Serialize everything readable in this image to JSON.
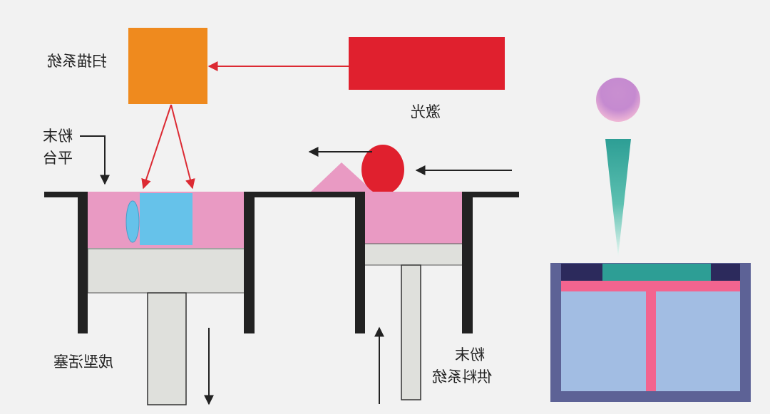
{
  "labels": {
    "scan_system": "扫描系统",
    "laser": "激光",
    "powder_platform_line1": "粉末",
    "powder_platform_line2": "平台",
    "forming_piston": "成型活塞",
    "powder_supply_line1": "粉末",
    "powder_supply_line2": "供料系统"
  },
  "colors": {
    "background": "#f2f2f2",
    "scanner": "#ef8a1e",
    "laser": "#e0202e",
    "powder": "#e99ac3",
    "part": "#66c2ea",
    "piston": "#dfe0dc",
    "wall": "#222222",
    "arrow_red": "#dc2a33",
    "arrow_black": "#222222",
    "teal": "#2d9e95",
    "navy": "#2c2a5c",
    "frame": "#5d6296",
    "blue_fill": "#a2bde3",
    "pink_bar": "#f3648f"
  }
}
